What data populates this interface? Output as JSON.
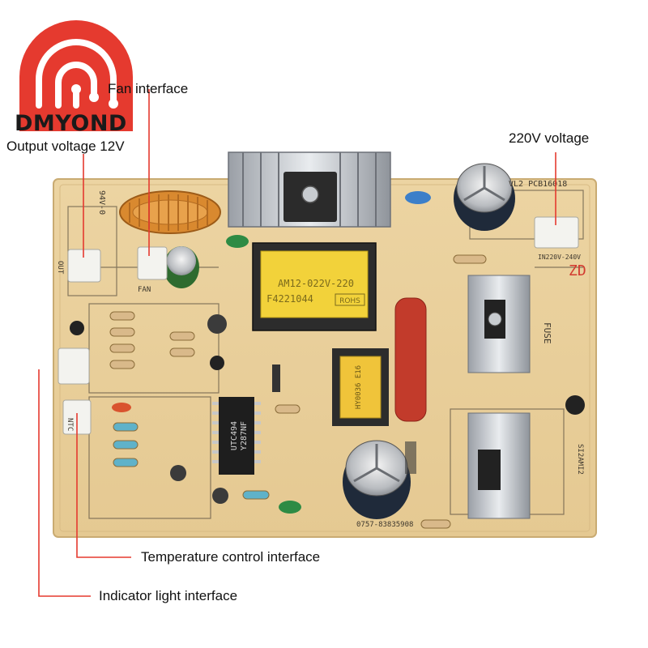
{
  "brand": {
    "name": "DMYOND",
    "colors": {
      "logo_red": "#e53a2f",
      "logo_text": "#1a1a1a",
      "leader_line": "#e53a2f"
    }
  },
  "callouts": {
    "output_voltage": "Output voltage 12V",
    "fan_interface": "Fan interface",
    "supply_voltage": "220V voltage",
    "temperature_control": "Temperature control interface",
    "indicator_light": "Indicator light interface"
  },
  "board": {
    "transformer": {
      "line1": "AM12-022V-220",
      "line2": "F4221044",
      "rohs": "ROHS"
    },
    "ic": {
      "line1": "UTC494",
      "line2": "Y287NF"
    },
    "small_transformer": "HY0036 E16",
    "silkscreen": {
      "top_left": "94V-0",
      "top_right": "VL2 PCB16018",
      "bottom_serial": "0757-83835908",
      "fuse": "FUSE",
      "voltage_range": "IN220V-240V",
      "fan": "FAN",
      "ntc": "NTC",
      "out": "OUT",
      "right_edge": "SI2AMI2",
      "ac_mark": "ZD"
    }
  }
}
